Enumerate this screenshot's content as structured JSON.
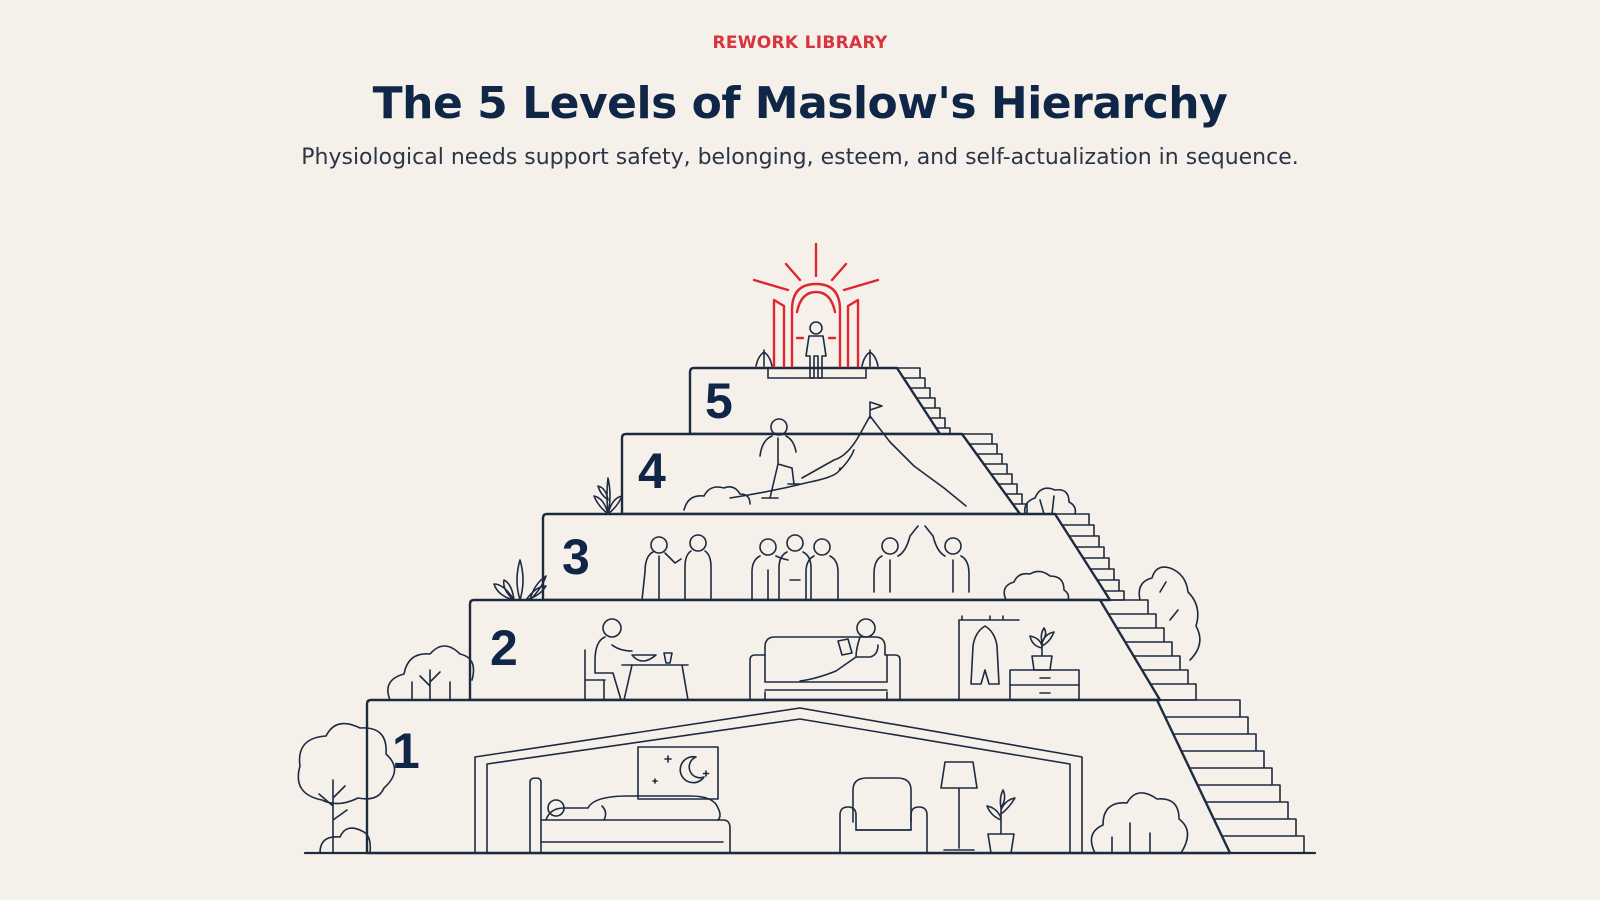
{
  "header": {
    "eyebrow": "REWORK LIBRARY",
    "title": "The 5 Levels of Maslow's Hierarchy",
    "subtitle": "Physiological needs support safety, belonging, esteem, and self-actualization in sequence."
  },
  "levels": [
    {
      "number": "1"
    },
    {
      "number": "2"
    },
    {
      "number": "3"
    },
    {
      "number": "4"
    },
    {
      "number": "5"
    }
  ],
  "colors": {
    "background": "#f5f1ea",
    "ink": "#1d2a3f",
    "title": "#0f2647",
    "accent": "#e0262f"
  }
}
